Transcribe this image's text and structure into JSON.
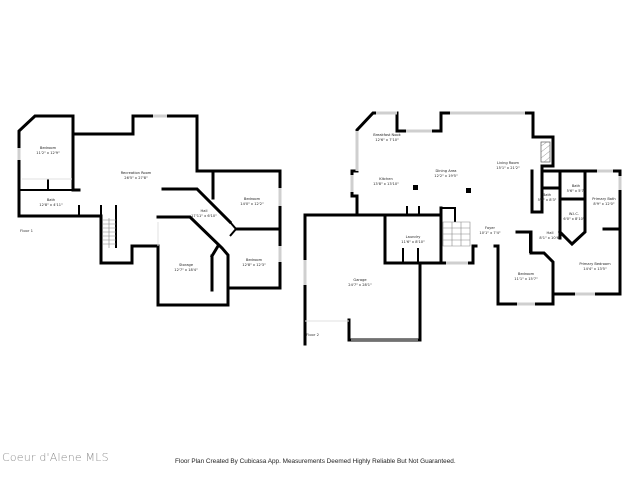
{
  "floor1": {
    "label": "Floor 1",
    "rooms": [
      {
        "name": "Bedroom",
        "dims": "11'2\" x 12'9\""
      },
      {
        "name": "Bath",
        "dims": "12'8\" x 4'11\""
      },
      {
        "name": "Recreation Room",
        "dims": "26'5\" x 27'8\""
      },
      {
        "name": "Hall",
        "dims": "17'11\" x 6'10\""
      },
      {
        "name": "Bedroom",
        "dims": "14'0\" x 12'2\""
      },
      {
        "name": "Storage",
        "dims": "12'7\" x 18'4\""
      },
      {
        "name": "Bedroom",
        "dims": "12'8\" x 12'3\""
      }
    ]
  },
  "floor2": {
    "label": "Floor 2",
    "rooms": [
      {
        "name": "Breakfast Nook",
        "dims": "12'6\" x 7'10\""
      },
      {
        "name": "Kitchen",
        "dims": "13'8\" x 13'10\""
      },
      {
        "name": "Dining Area",
        "dims": "12'2\" x 19'5\""
      },
      {
        "name": "Living Room",
        "dims": "15'1\" x 21'2\""
      },
      {
        "name": "Bath",
        "dims": "5'7\" x 8'3\""
      },
      {
        "name": "Bath",
        "dims": "5'6\" x 5'7\""
      },
      {
        "name": "Primary Bath",
        "dims": "8'9\" x 12'0\""
      },
      {
        "name": "W.I.C.",
        "dims": "6'0\" x 8'10\""
      },
      {
        "name": "Laundry",
        "dims": "11'6\" x 8'10\""
      },
      {
        "name": "Foyer",
        "dims": "10'1\" x 7'4\""
      },
      {
        "name": "Hall",
        "dims": "8'1\" x 10'6\""
      },
      {
        "name": "Garage",
        "dims": "24'7\" x 28'1\""
      },
      {
        "name": "Bedroom",
        "dims": "11'1\" x 15'7\""
      },
      {
        "name": "Primary Bedroom",
        "dims": "14'4\" x 13'5\""
      }
    ]
  },
  "footer": {
    "watermark": "Coeur d'Alene MLS",
    "disclaimer": "Floor Plan Created By Cubicasa App. Measurements Deemed Highly Reliable But Not Guaranteed."
  }
}
